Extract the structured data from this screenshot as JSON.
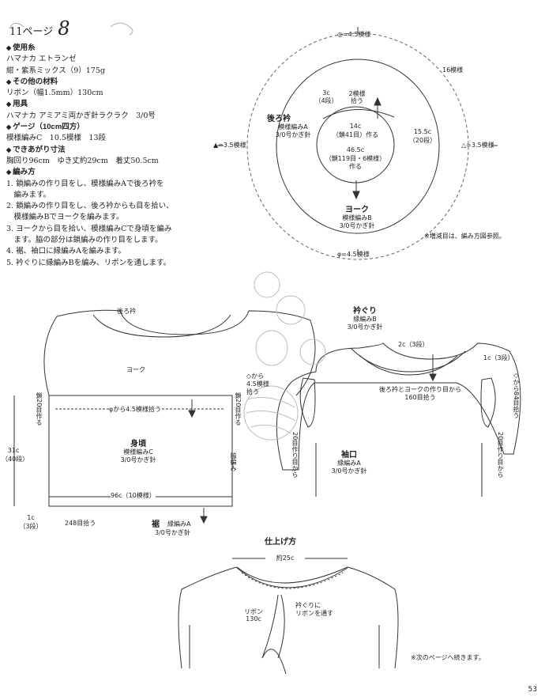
{
  "header": {
    "page_ref": "11ページ",
    "pattern_no": "8"
  },
  "materials": [
    {
      "type": "h",
      "text": "使用糸"
    },
    {
      "type": "t",
      "text": "ハマナカ エトランゼ"
    },
    {
      "type": "t",
      "text": "紺・紫系ミックス（9）175g"
    },
    {
      "type": "h",
      "text": "その他の材料"
    },
    {
      "type": "t",
      "text": "リボン（幅1.5mm）130cm"
    },
    {
      "type": "h",
      "text": "用具"
    },
    {
      "type": "t",
      "text": "ハマナカ アミアミ両かぎ針ラクラク　3/0号"
    },
    {
      "type": "h",
      "text": "ゲージ（10cm四方）"
    },
    {
      "type": "t",
      "text": "模様編みC　10.5模様　13段"
    },
    {
      "type": "h",
      "text": "できあがり寸法"
    },
    {
      "type": "t",
      "text": "胸回り96cm　ゆき丈約29cm　着丈50.5cm"
    },
    {
      "type": "h",
      "text": "編み方"
    },
    {
      "type": "t",
      "text": "1. 鎖編みの作り目をし、模様編みAで後ろ衿を"
    },
    {
      "type": "t",
      "text": "　編みます。"
    },
    {
      "type": "t",
      "text": "2. 鎖編みの作り目をし、後ろ衿からも目を拾い、"
    },
    {
      "type": "t",
      "text": "　模様編みBでヨークを編みます。"
    },
    {
      "type": "t",
      "text": "3. ヨークから目を拾い、模様編みCで身頃を編み"
    },
    {
      "type": "t",
      "text": "　ます。脇の部分は鎖編みの作り目をします。"
    },
    {
      "type": "t",
      "text": "4. 裾、袖口に縁編みAを編みます。"
    },
    {
      "type": "t",
      "text": "5. 衿ぐりに縁編みBを編み、リボンを通します。"
    }
  ],
  "yoke": {
    "top": "◎=4.5模様",
    "right_top": "16模様",
    "collar_title": "後ろ衿",
    "collar_a": "模様編みA",
    "collar_b": "3/0号かぎ針",
    "c3": "3c",
    "c3b": "（4段）",
    "pickup": "2模様",
    "pickup2": "拾う",
    "c14": "14c",
    "c14b": "（鎖41目）作る",
    "c155": "15.5c",
    "c155b": "（20段）",
    "c465": "46.5c",
    "c465b": "（鎖119目・6模様）",
    "c465c": "作る",
    "left": "▲=3.5模様",
    "right": "△=3.5模様",
    "yoke_title": "ヨーク",
    "yoke_a": "模様編みB",
    "yoke_b": "3/0号かぎ針",
    "note": "※増減目は、編み方図参照。",
    "bottom": "φ=4.5模様"
  },
  "body": {
    "collar": "後ろ衿",
    "yoke": "ヨーク",
    "pick": "φから4.5模様拾う",
    "left_a": "鎖",
    "left_b": "20目作る",
    "right_a": "鎖",
    "right_b": "20目作る",
    "title": "身頃",
    "sub_a": "模様編みC",
    "sub_b": "3/0号かぎ針",
    "height": "31c",
    "height_b": "（40段）",
    "hem_w": "96c（10模様）",
    "rib": "1c",
    "rib_b": "（3段）",
    "hem_pick": "248目拾う",
    "hem_title": "裾",
    "hem_a": "縁編みA",
    "hem_b": "3/0号かぎ針",
    "side": "脇編み"
  },
  "neck": {
    "title": "衿ぐり",
    "sub_a": "縁編みB",
    "sub_b": "3/0号かぎ針",
    "c2": "2c（3段）",
    "c1": "1c（3段）",
    "pick_a": "後ろ衿とヨークの作り目から",
    "pick_b": "160目拾う",
    "left_a": "◇から",
    "left_b": "4.5模様",
    "left_c": "拾う",
    "right_a": "◇から",
    "right_b": "84目",
    "right_c": "拾う",
    "left_mid": "20目作り目から",
    "right_mid": "20目作り目から",
    "cuff_title": "袖口",
    "cuff_a": "縁編みA",
    "cuff_b": "3/0号かぎ針"
  },
  "finish": {
    "title": "仕上げ方",
    "width": "約25c",
    "ribbon_a": "リボン",
    "ribbon_b": "130c",
    "thread_a": "衿ぐりに",
    "thread_b": "リボンを通す",
    "note": "※次のページへ続きます。"
  },
  "page_no": "53"
}
